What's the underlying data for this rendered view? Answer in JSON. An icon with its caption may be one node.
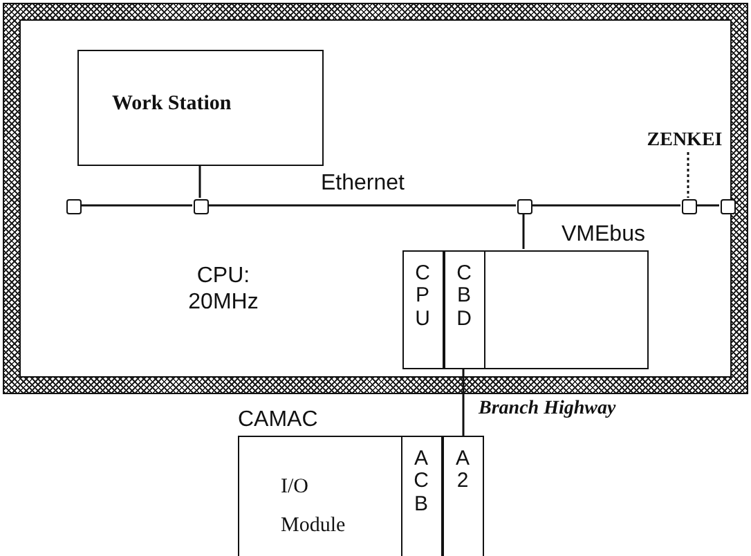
{
  "diagram": {
    "nodes": [
      {
        "text": [],
        "shape": "box"
      },
      {
        "text": [
          "Work Station"
        ],
        "in": 0
      },
      {
        "text": [],
        "shape": "box",
        "in": 0
      },
      {
        "text": [],
        "shape": "box",
        "in": 0
      },
      {
        "text": [],
        "shape": "box",
        "in": 0
      },
      {
        "text": [],
        "shape": "box",
        "in": 0
      },
      {
        "text": [],
        "shape": "box",
        "in": 0
      },
      {
        "text": [
          "VMEbus"
        ],
        "in": 0
      },
      {
        "text": [
          "CPU"
        ],
        "in": 7
      },
      {
        "text": [
          "CBD"
        ],
        "in": 7
      },
      {
        "text": [
          "CAMAC",
          "I/O Module"
        ]
      },
      {
        "text": [
          "ACB"
        ],
        "in": 10
      },
      {
        "text": [
          "A2"
        ],
        "in": 10
      },
      {
        "text": [
          "ZENKEI"
        ],
        "in": 0
      }
    ],
    "edges": [
      {
        "from": 2,
        "to": 3,
        "arrow": "none"
      },
      {
        "from": 3,
        "to": 4,
        "arrow": "none",
        "label": "Ethernet"
      },
      {
        "from": 4,
        "to": 5,
        "arrow": "none"
      },
      {
        "from": 5,
        "to": 6,
        "arrow": "none"
      },
      {
        "from": 1,
        "to": 3,
        "arrow": "none"
      },
      {
        "from": 4,
        "to": 7,
        "arrow": "none"
      },
      {
        "from": 13,
        "to": 5,
        "arrow": "none",
        "style": "dashed"
      },
      {
        "from": 9,
        "to": 12,
        "arrow": "none",
        "label": "Branch Highway"
      }
    ],
    "labels": [
      "CPU: 20MHz"
    ]
  }
}
